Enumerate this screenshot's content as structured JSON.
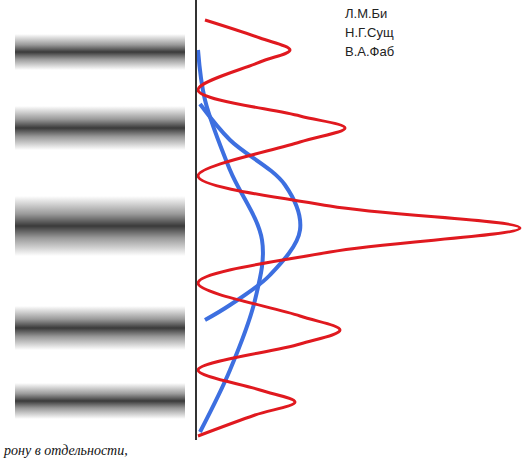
{
  "diagram": {
    "labels": [
      "Л.М.Би",
      "Н.Г.Сущ",
      "В.А.Фаб",
      "рону в отдельности,"
    ]
  }
}
